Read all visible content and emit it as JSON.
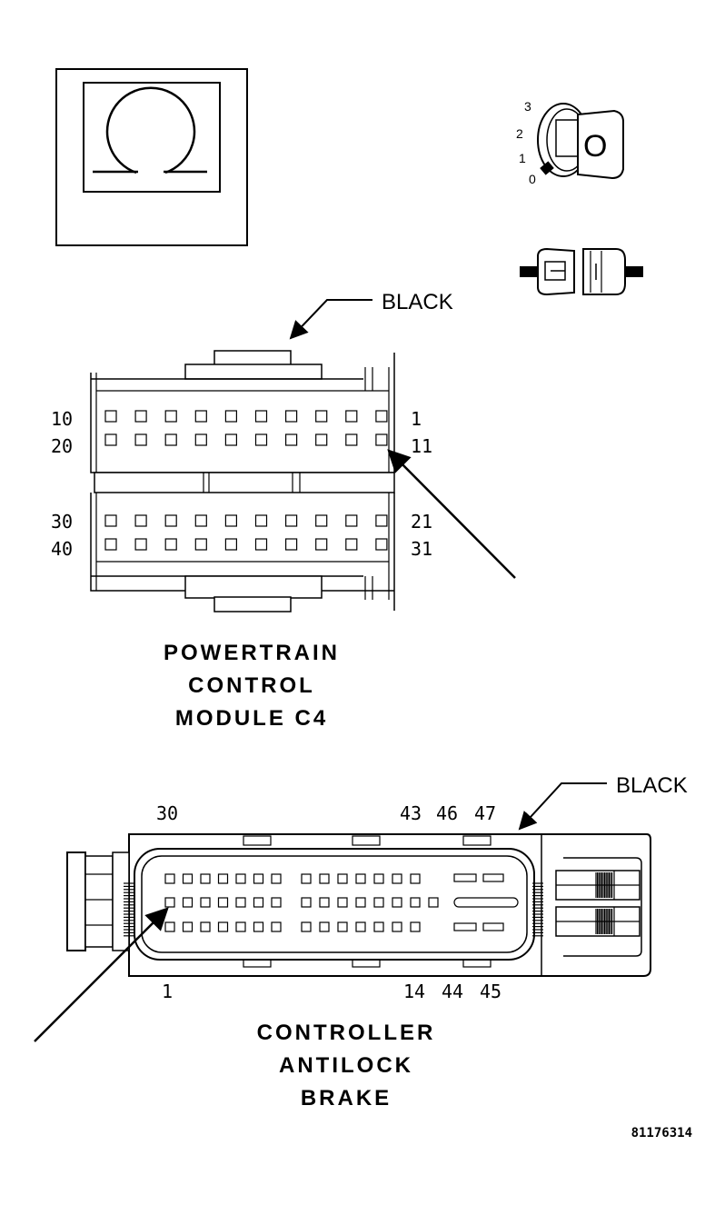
{
  "ohmmeter_symbol": "ohm-symbol",
  "ignition": {
    "positions": [
      "3",
      "2",
      "1",
      "0"
    ],
    "key_label": "O"
  },
  "pcm_connector": {
    "color_label": "BLACK",
    "pin_numbers": {
      "row1_left": "10",
      "row1_right": "1",
      "row2_left": "20",
      "row2_right": "11",
      "row3_left": "30",
      "row3_right": "21",
      "row4_left": "40",
      "row4_right": "31"
    },
    "title_lines": [
      "POWERTRAIN",
      "CONTROL",
      "MODULE C4"
    ]
  },
  "abs_connector": {
    "color_label": "BLACK",
    "pin_numbers_top": [
      "30",
      "43",
      "46",
      "47"
    ],
    "pin_numbers_bottom": [
      "1",
      "14",
      "44",
      "45"
    ],
    "title_lines": [
      "CONTROLLER",
      "ANTILOCK",
      "BRAKE"
    ]
  },
  "figure_code": "81176314"
}
